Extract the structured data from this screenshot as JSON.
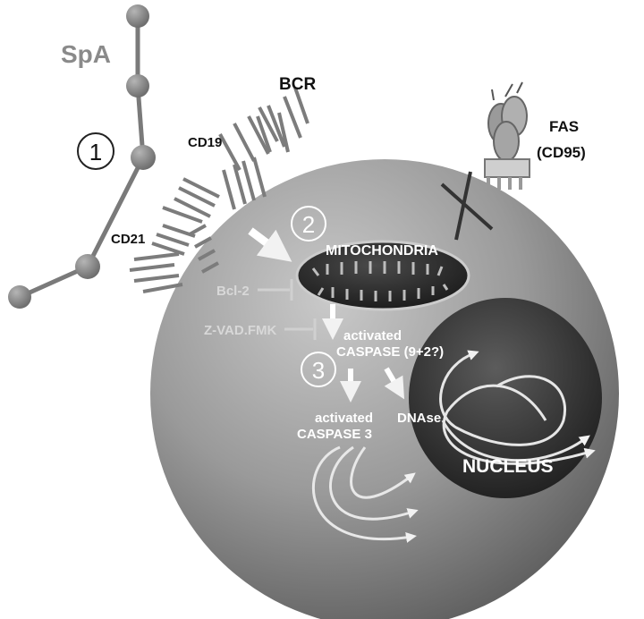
{
  "labels": {
    "spa": "SpA",
    "bcr": "BCR",
    "cd19": "CD19",
    "cd21": "CD21",
    "fas": "FAS",
    "cd95": "(CD95)",
    "mitochondria": "MITOCHONDRIA",
    "bcl2": "Bcl-2",
    "zvad": "Z-VAD.FMK",
    "activated_caspase_1": "activated",
    "activated_caspase_2": "CASPASE (9+2?)",
    "activated_caspase3_1": "activated",
    "activated_caspase3_2": "CASPASE 3",
    "dnase": "DNAse",
    "nucleus": "NUCLEUS"
  },
  "steps": [
    "1",
    "2",
    "3"
  ],
  "colors": {
    "cell": "#8a8a8a",
    "nucleus": "#333333",
    "mitochondria": "#2e2e2e",
    "spa": "#8c8c8c",
    "arrows": "#ffffff"
  }
}
